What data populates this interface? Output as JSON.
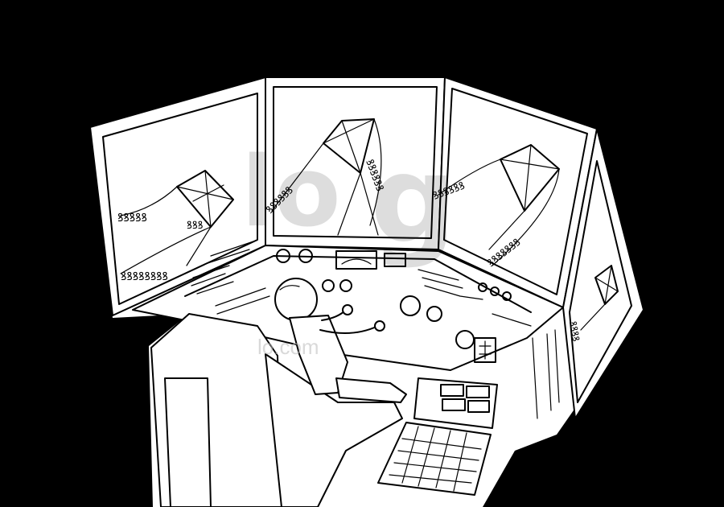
{
  "illustration": {
    "subject": "child-at-kite-control-console",
    "screens": [
      "kite-screen-left",
      "kite-screen-center",
      "kite-screen-right",
      "kite-screen-side"
    ],
    "line_color": "#000000",
    "fill_color": "#ffffff",
    "background_color": "#000000"
  },
  "watermark": {
    "text": "lo.com",
    "color": "#bbbbbb"
  }
}
